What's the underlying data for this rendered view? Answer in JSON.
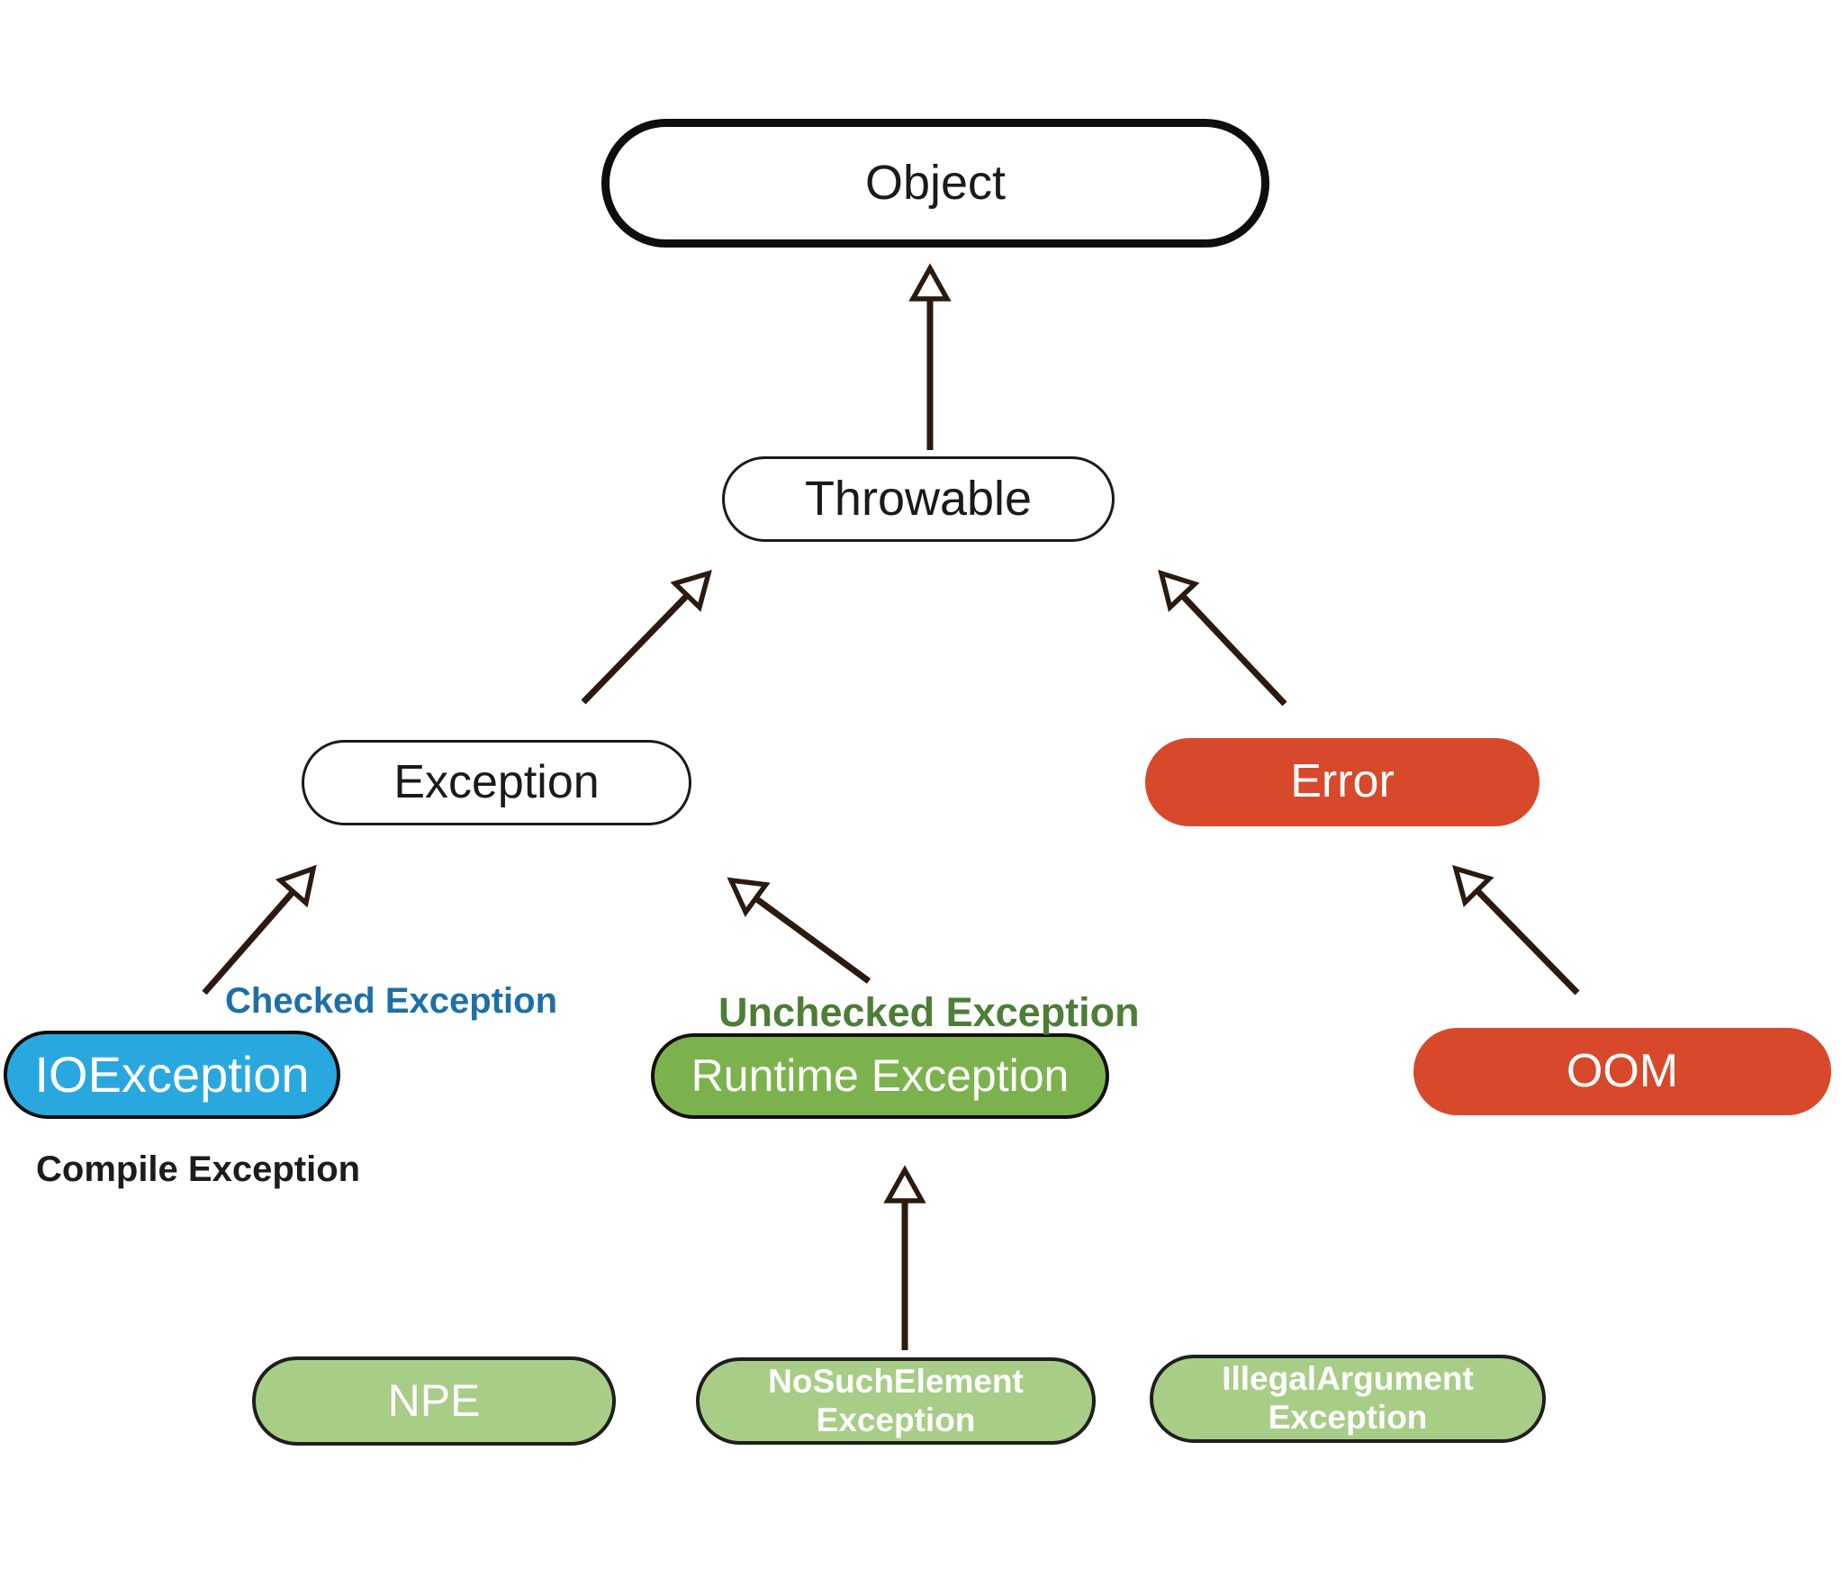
{
  "diagram": {
    "type": "inheritance-hierarchy",
    "nodes": {
      "object": {
        "label": "Object",
        "fill": "#FFFFFF",
        "text_color": "#1A1A1A",
        "border": "#0E0E0E"
      },
      "throwable": {
        "label": "Throwable",
        "fill": "#FFFFFF",
        "text_color": "#1A1A1A",
        "border": "#1A1A1A"
      },
      "exception": {
        "label": "Exception",
        "fill": "#FFFFFF",
        "text_color": "#1A1A1A",
        "border": "#1A1A1A"
      },
      "error": {
        "label": "Error",
        "fill": "#D7492A",
        "text_color": "#FFFFFF"
      },
      "ioexception": {
        "label": "IOException",
        "fill": "#29A8E0",
        "text_color": "#FFFFFF",
        "border": "#0D0D0D"
      },
      "runtime_exception": {
        "label": "Runtime Exception",
        "fill": "#7CB24D",
        "text_color": "#FFFFFF",
        "border": "#141008"
      },
      "oom": {
        "label": "OOM",
        "fill": "#D7492A",
        "text_color": "#FFFFFF"
      },
      "npe": {
        "label": "NPE",
        "fill": "#A8CD86",
        "text_color": "#FFFFFF",
        "border": "#1F1F1F"
      },
      "no_such_element": {
        "label": "NoSuchElement\nException",
        "fill": "#A8CD86",
        "text_color": "#FFFFFF",
        "border": "#1F1F1F"
      },
      "illegal_argument": {
        "label": "IllegalArgument\nException",
        "fill": "#A8CD86",
        "text_color": "#FFFFFF",
        "border": "#1F1F1F"
      }
    },
    "annotations": {
      "checked_exception": {
        "label": "Checked Exception",
        "color": "#1E6FA8"
      },
      "unchecked_exception": {
        "label": "Unchecked Exception",
        "color": "#4D7D36"
      },
      "compile_exception": {
        "label": "Compile Exception",
        "color": "#1C1C1C"
      }
    },
    "edges": [
      {
        "from": "Throwable",
        "to": "Object"
      },
      {
        "from": "Exception",
        "to": "Throwable"
      },
      {
        "from": "Error",
        "to": "Throwable"
      },
      {
        "from": "IOException",
        "to": "Exception"
      },
      {
        "from": "Runtime Exception",
        "to": "Exception"
      },
      {
        "from": "OOM",
        "to": "Error"
      },
      {
        "from": "NoSuchElement Exception",
        "to": "Runtime Exception"
      }
    ],
    "arrow_color": "#2A1A10"
  }
}
